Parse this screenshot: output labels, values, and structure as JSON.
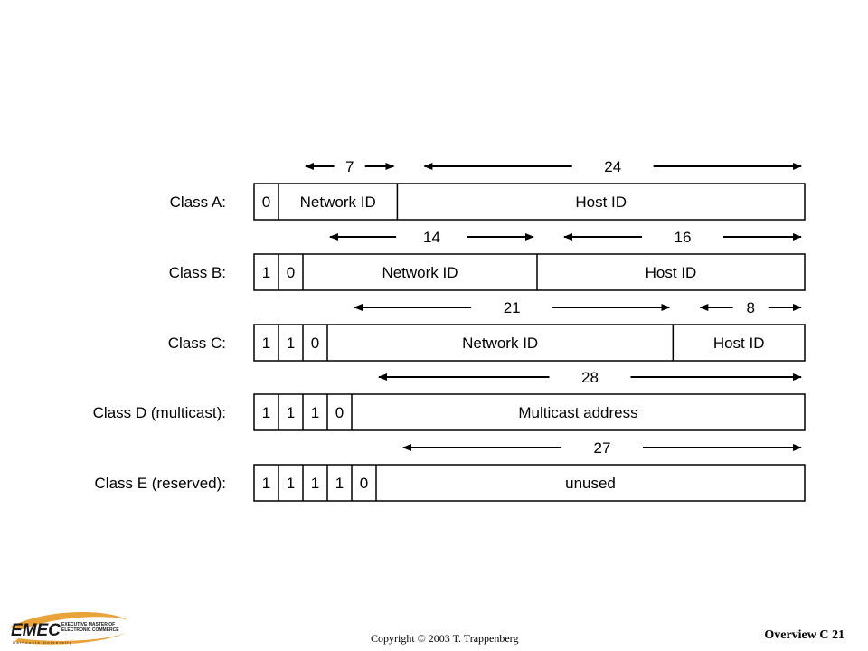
{
  "rows": [
    {
      "id": "class-a",
      "label": "Class A:",
      "segments": [
        {
          "text": "0",
          "bits": 1
        },
        {
          "text": "Network ID",
          "bits": 7
        },
        {
          "text": "Host ID",
          "bits": 24
        }
      ],
      "arrows": [
        {
          "text": "7",
          "from_bit": 1,
          "to_bit": 8
        },
        {
          "text": "24",
          "from_bit": 8,
          "to_bit": 32
        }
      ]
    },
    {
      "id": "class-b",
      "label": "Class B:",
      "segments": [
        {
          "text": "1",
          "bits": 1
        },
        {
          "text": "0",
          "bits": 1
        },
        {
          "text": "Network ID",
          "bits": 14
        },
        {
          "text": "Host ID",
          "bits": 16
        }
      ],
      "arrows": [
        {
          "text": "14",
          "from_bit": 2,
          "to_bit": 16
        },
        {
          "text": "16",
          "from_bit": 16,
          "to_bit": 32
        }
      ]
    },
    {
      "id": "class-c",
      "label": "Class C:",
      "segments": [
        {
          "text": "1",
          "bits": 1
        },
        {
          "text": "1",
          "bits": 1
        },
        {
          "text": "0",
          "bits": 1
        },
        {
          "text": "Network ID",
          "bits": 21
        },
        {
          "text": "Host ID",
          "bits": 8
        }
      ],
      "arrows": [
        {
          "text": "21",
          "from_bit": 3,
          "to_bit": 24
        },
        {
          "text": "8",
          "from_bit": 24,
          "to_bit": 32
        }
      ]
    },
    {
      "id": "class-d",
      "label": "Class D (multicast):",
      "segments": [
        {
          "text": "1",
          "bits": 1
        },
        {
          "text": "1",
          "bits": 1
        },
        {
          "text": "1",
          "bits": 1
        },
        {
          "text": "0",
          "bits": 1
        },
        {
          "text": "Multicast address",
          "bits": 28
        }
      ],
      "arrows": [
        {
          "text": "28",
          "from_bit": 4,
          "to_bit": 32
        }
      ]
    },
    {
      "id": "class-e",
      "label": "Class E (reserved):",
      "segments": [
        {
          "text": "1",
          "bits": 1
        },
        {
          "text": "1",
          "bits": 1
        },
        {
          "text": "1",
          "bits": 1
        },
        {
          "text": "1",
          "bits": 1
        },
        {
          "text": "0",
          "bits": 1
        },
        {
          "text": "unused",
          "bits": 27
        }
      ],
      "arrows": [
        {
          "text": "27",
          "from_bit": 5,
          "to_bit": 32
        }
      ]
    }
  ],
  "footer": {
    "copyright": "Copyright © 2003 T. Trappenberg",
    "slide_label": "Overview C 21"
  },
  "logo": {
    "mark": "EMEC",
    "line1": "EXECUTIVE MASTER OF",
    "line2": "ELECTRONIC COMMERCE",
    "line3": "Dalhousie University"
  },
  "colors": {
    "ink": "#000000",
    "background": "#ffffff",
    "logo_accent": "#e8a33a",
    "logo_dark": "#1a1a1a"
  }
}
